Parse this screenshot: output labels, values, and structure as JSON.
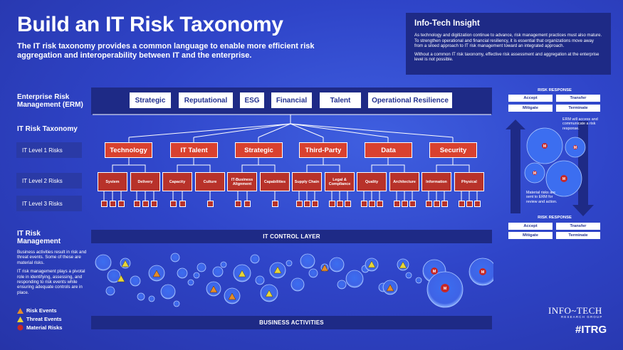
{
  "title": "Build an IT Risk Taxonomy",
  "subtitle": "The IT risk taxonomy provides a common language to enable more efficient risk aggregation and interoperability between IT and the enterprise.",
  "insight": {
    "heading": "Info-Tech Insight",
    "p1": "As technology and digitization continue to advance, risk management practices must also mature. To strengthen operational and financial resiliency, it is essential that organizations move away from a siloed approach to IT risk management toward an integrated approach.",
    "p2": "Without a common IT risk taxonomy, effective risk assessment and aggregation at the enterprise level is not possible."
  },
  "side_labels": {
    "erm": "Enterprise Risk Management (ERM)",
    "taxonomy": "IT Risk Taxonomy",
    "level1": "IT Level 1 Risks",
    "level2": "IT Level 2 Risks",
    "level3": "IT Level 3 Risks",
    "management": "IT Risk Management",
    "mgmt_p1": "Business activities result in risk and threat events. Some of these are material risks.",
    "mgmt_p2": "IT risk management plays a pivotal role in identifying, assessing, and responding to risk events while ensuring adequate controls are in place."
  },
  "erm_categories": [
    "Strategic",
    "Reputational",
    "ESG",
    "Financial",
    "Talent",
    "Operational Resilience"
  ],
  "level1": [
    "Technology",
    "IT Talent",
    "Strategic",
    "Third-Party",
    "Data",
    "Security"
  ],
  "level2": [
    "System",
    "Delivery",
    "Capacity",
    "Culture",
    "IT-Business Alignment",
    "Capabilities",
    "Supply Chain",
    "Legal & Compliance",
    "Quality",
    "Architecture",
    "Information",
    "Physical"
  ],
  "bands": {
    "control": "IT CONTROL LAYER",
    "business": "BUSINESS ACTIVITIES"
  },
  "risk_response": {
    "title": "RISK RESPONSE",
    "buttons": [
      "Accept",
      "Transfer",
      "Mitigate",
      "Terminate"
    ],
    "note_top": "ERM will access and communicate a risk response.",
    "note_bottom": "Material risks are sent to ERM for review and action."
  },
  "legend": [
    "Risk Events",
    "Threat Events",
    "Material Risks"
  ],
  "bubble_letter": "M",
  "logo": {
    "name": "INFO~TECH",
    "sub": "RESEARCH GROUP",
    "mark": "#ITRG"
  },
  "colors": {
    "background": "#2f45c9",
    "band": "#1e2a86",
    "level_red": "#d9412f",
    "risk_orange": "#e38c2a",
    "threat_yellow": "#e7d53a",
    "material_red": "#c62828"
  }
}
